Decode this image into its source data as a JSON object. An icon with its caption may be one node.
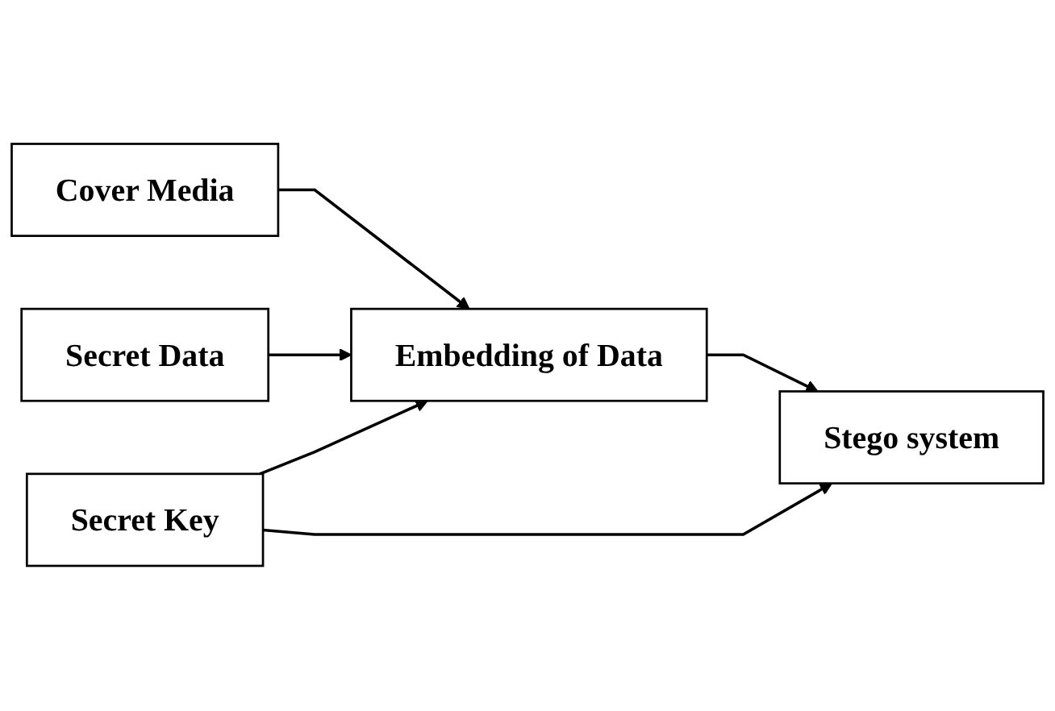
{
  "diagram": {
    "nodes": [
      {
        "text": [
          "Cover Media"
        ]
      },
      {
        "text": [
          "Secret Data"
        ]
      },
      {
        "text": [
          "Embedding of Data"
        ]
      },
      {
        "text": [
          "Stego system"
        ]
      },
      {
        "text": [
          "Secret Key"
        ]
      }
    ],
    "edges": [
      {
        "from": 0,
        "to": 2,
        "arrow": "to"
      },
      {
        "from": 1,
        "to": 2,
        "arrow": "to"
      },
      {
        "from": 2,
        "to": 3,
        "arrow": "to"
      },
      {
        "from": 4,
        "to": 2,
        "arrow": "to"
      },
      {
        "from": 4,
        "to": 3,
        "arrow": "to"
      }
    ]
  }
}
